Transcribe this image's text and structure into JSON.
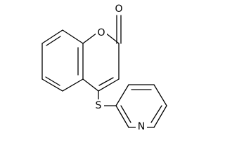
{
  "structure": {
    "atoms": {
      "carbonyl_oxygen": "O",
      "ring_oxygen": "O",
      "sulfur": "S",
      "pyridine_nitrogen": "N"
    }
  }
}
